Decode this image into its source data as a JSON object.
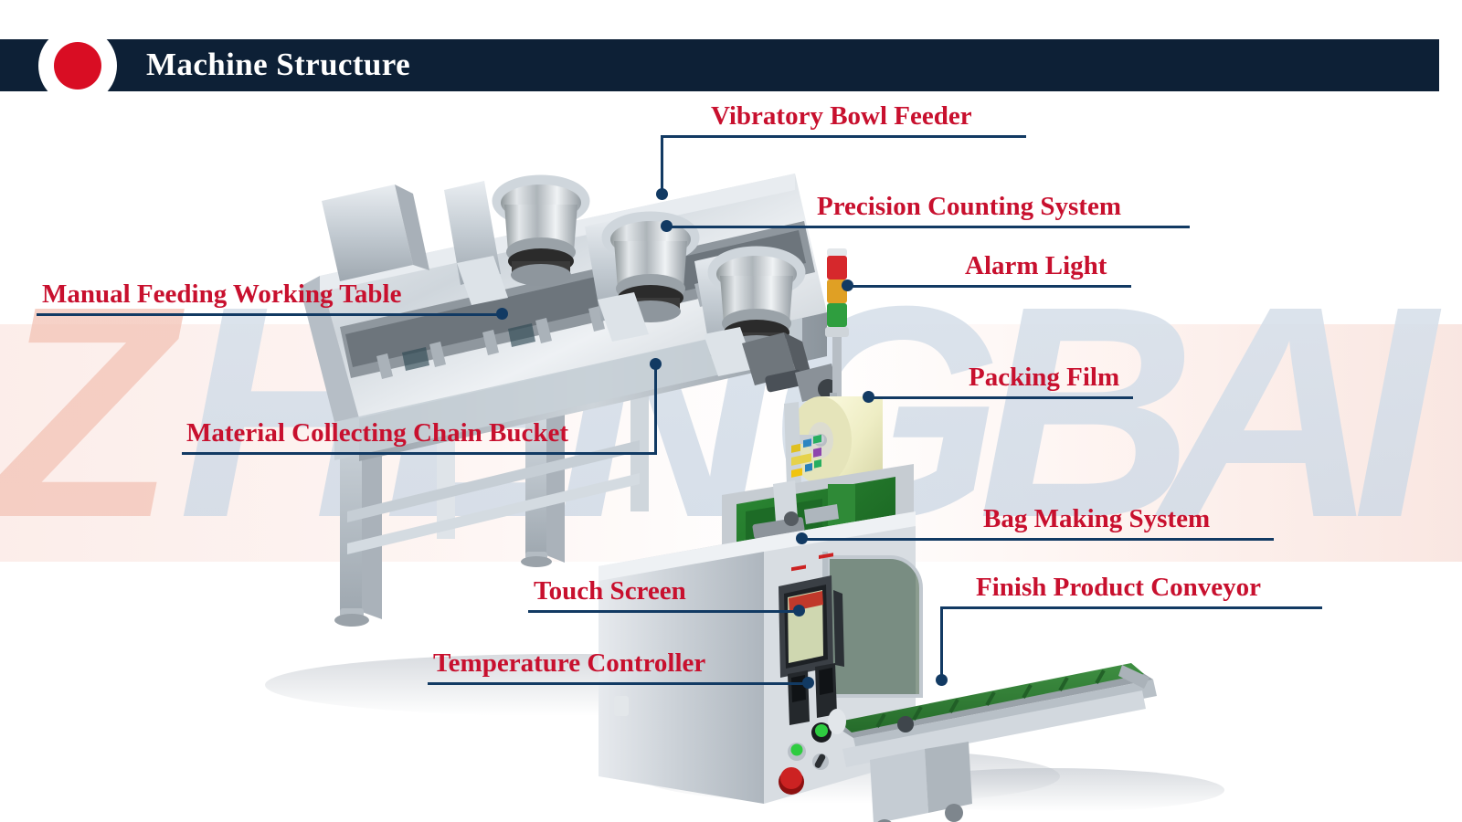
{
  "header": {
    "title": "Machine Structure",
    "badge_icon": "red-circle-badge",
    "bar_color": "#0d2036",
    "badge_color": "#d90d23"
  },
  "theme": {
    "label_red": "#c8102e",
    "leader_navy": "#123a63",
    "watermark_text": "ZHENGBAI",
    "background": "#ffffff"
  },
  "callouts": [
    {
      "id": "vibratory-bowl-feeder",
      "label": "Vibratory Bowl Feeder",
      "side": "right"
    },
    {
      "id": "precision-counting-system",
      "label": "Precision Counting System",
      "side": "right"
    },
    {
      "id": "alarm-light",
      "label": "Alarm Light",
      "side": "right"
    },
    {
      "id": "packing-film",
      "label": "Packing Film",
      "side": "right"
    },
    {
      "id": "bag-making-system",
      "label": "Bag Making System",
      "side": "right"
    },
    {
      "id": "finish-product-conveyor",
      "label": "Finish Product Conveyor",
      "side": "right"
    },
    {
      "id": "manual-feeding-working-table",
      "label": "Manual Feeding Working Table",
      "side": "left"
    },
    {
      "id": "material-collecting-chain-bucket",
      "label": "Material Collecting Chain Bucket",
      "side": "left"
    },
    {
      "id": "touch-screen",
      "label": "Touch Screen",
      "side": "left"
    },
    {
      "id": "temperature-controller",
      "label": "Temperature Controller",
      "side": "left"
    }
  ],
  "machine": {
    "name": "automatic-counting-packing-machine",
    "parts": {
      "bowl_feeders_count": "3",
      "alarm_light_colors": [
        "#d6282c",
        "#e0a024",
        "#2f9e3f"
      ],
      "film_roll_color": "#efeec8",
      "conveyor_belt_color": "#2f7d32",
      "frame_color": "#c8ced3",
      "emergency_stop_color": "#cc2222",
      "hmi_screen_label": "touch-screen-hmi"
    }
  }
}
